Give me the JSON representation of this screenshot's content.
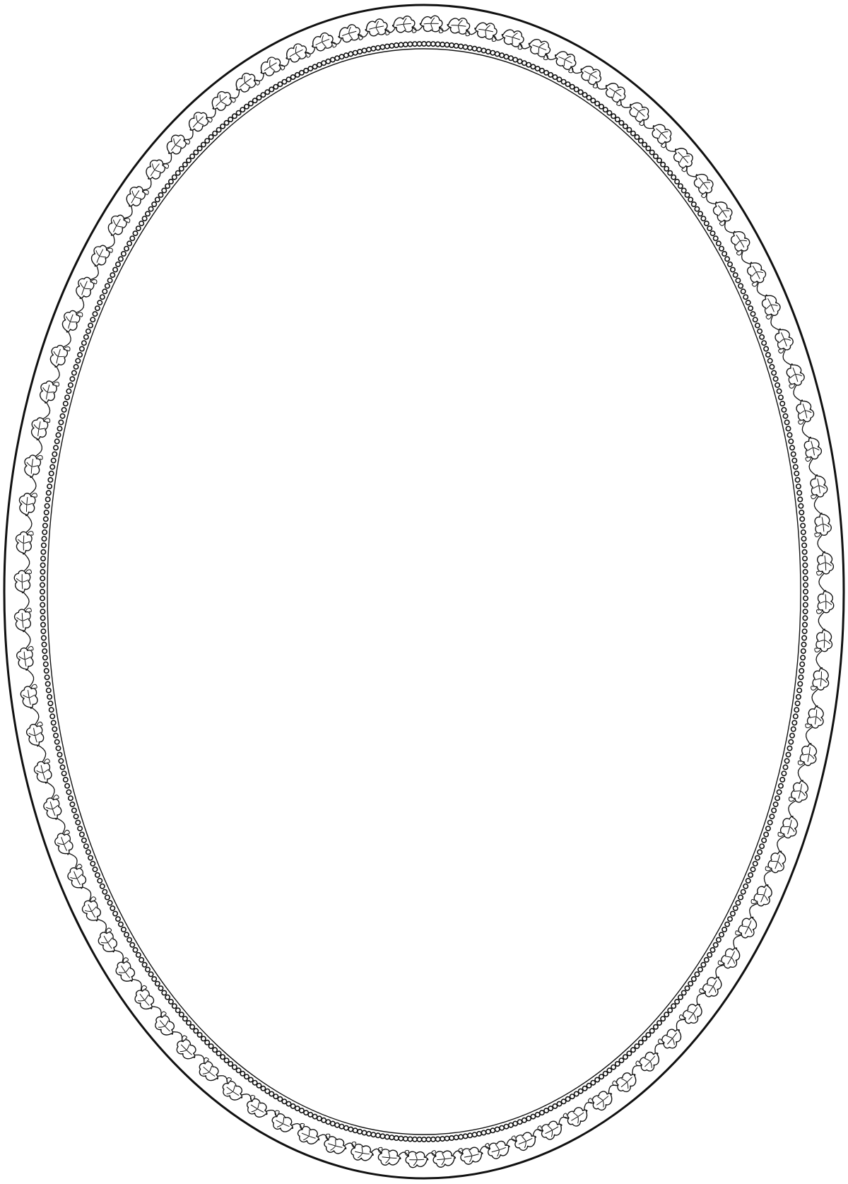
{
  "image": {
    "subject": "ornamental-oval-frame",
    "background_color": "#ffffff",
    "line_color": "#111111",
    "motif": "leaf-vine-garland",
    "inner_border": "beaded-dots"
  }
}
